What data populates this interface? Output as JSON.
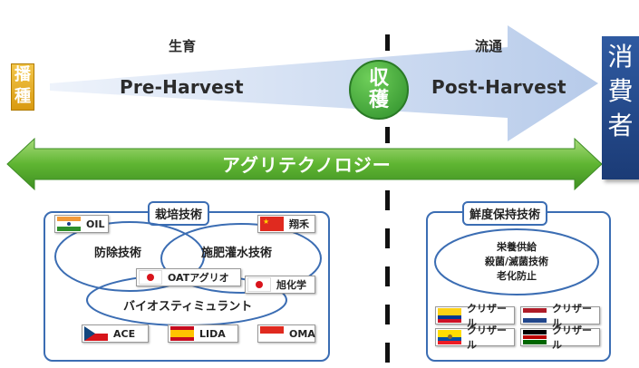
{
  "labels": {
    "sowing": "播\n種",
    "growing": "生育",
    "distribution": "流通",
    "pre_harvest": "Pre-Harvest",
    "post_harvest": "Post-Harvest",
    "harvest": "収\n穫",
    "consumer": "消\n費\n者",
    "agritech": "アグリテクノロジー"
  },
  "cultivation": {
    "title": "栽培技術",
    "pest_control": "防除技術",
    "fertigation": "施肥灌水技術",
    "biostimulant": "バイオスティミュラント",
    "companies": {
      "oil": "OIL",
      "shonori": "翔禾",
      "oat": "OATアグリオ",
      "asahi": "旭化学",
      "ace": "ACE",
      "lida": "LIDA",
      "oma": "OMA"
    }
  },
  "freshness": {
    "title": "鮮度保持技術",
    "items": [
      "栄養供給",
      "殺菌/滅菌技術",
      "老化防止"
    ],
    "companies": [
      "クリザール",
      "クリザール",
      "クリザール",
      "クリザール"
    ]
  },
  "colors": {
    "blue_arrow": "#c7d6ee",
    "green_arrow": "#6bbf3a",
    "border_blue": "#3b6db3",
    "consumer_box": "#1f4180"
  }
}
